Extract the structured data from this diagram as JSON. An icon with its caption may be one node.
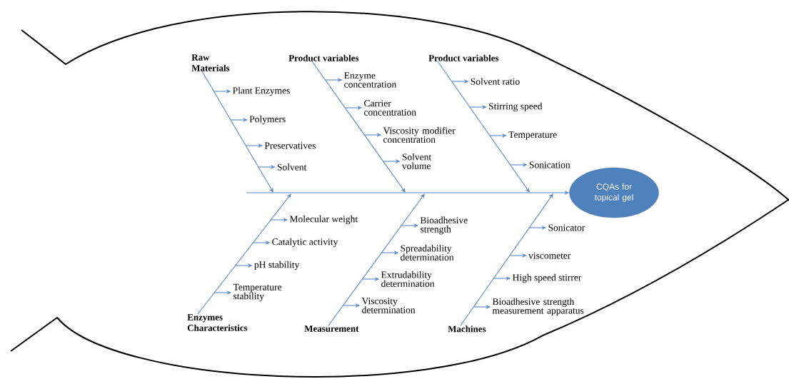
{
  "diagram": {
    "nodes": [
      {
        "text": [
          "Raw Materials"
        ]
      },
      {
        "text": [
          "Plant Enzymes"
        ]
      },
      {
        "text": [
          "Polymers"
        ]
      },
      {
        "text": [
          "Preservatives"
        ]
      },
      {
        "text": [
          "Solvent"
        ]
      },
      {
        "text": [
          "Product variables"
        ]
      },
      {
        "text": [
          "Enzyme concentration"
        ]
      },
      {
        "text": [
          "Carrier concentration"
        ]
      },
      {
        "text": [
          "Viscosity modifier concentration"
        ]
      },
      {
        "text": [
          "Solvent volume"
        ]
      },
      {
        "text": [
          "Product variables"
        ]
      },
      {
        "text": [
          "Solvent ratio"
        ]
      },
      {
        "text": [
          "Stirring speed"
        ]
      },
      {
        "text": [
          "Temperature"
        ]
      },
      {
        "text": [
          "Sonication"
        ]
      },
      {
        "text": [
          "CQAs for topical gel"
        ]
      },
      {
        "text": [
          "Molecular weight"
        ]
      },
      {
        "text": [
          "Catalytic activity"
        ]
      },
      {
        "text": [
          "pH stability"
        ]
      },
      {
        "text": [
          "Temperature stability"
        ]
      },
      {
        "text": [
          "Enzymes Characteristics"
        ]
      },
      {
        "text": [
          "Bioadhesive strength"
        ]
      },
      {
        "text": [
          "Spreadability determination"
        ]
      },
      {
        "text": [
          "Extrudability determination"
        ]
      },
      {
        "text": [
          "Viscosity determination"
        ]
      },
      {
        "text": [
          "Measurement"
        ]
      },
      {
        "text": [
          "Sonicator"
        ]
      },
      {
        "text": [
          "viscometer"
        ]
      },
      {
        "text": [
          "High speed stirrer"
        ]
      },
      {
        "text": [
          "Bioadhesive strength measurement apparatus"
        ]
      },
      {
        "text": [
          "Machines"
        ]
      }
    ],
    "edges": [
      {
        "from": 0,
        "to": null,
        "arrow": "to"
      },
      {
        "from": 5,
        "to": null,
        "arrow": "to"
      },
      {
        "from": 10,
        "to": null,
        "arrow": "to"
      },
      {
        "from": 20,
        "to": null,
        "arrow": "to"
      },
      {
        "from": 25,
        "to": null,
        "arrow": "to"
      },
      {
        "from": 30,
        "to": null,
        "arrow": "to"
      },
      {
        "from": null,
        "to": 15,
        "arrow": "to"
      },
      {
        "from": null,
        "to": 1,
        "arrow": "to"
      },
      {
        "from": null,
        "to": 2,
        "arrow": "to"
      },
      {
        "from": null,
        "to": 3,
        "arrow": "to"
      },
      {
        "from": null,
        "to": 4,
        "arrow": "to"
      },
      {
        "from": null,
        "to": 6,
        "arrow": "to"
      },
      {
        "from": null,
        "to": 7,
        "arrow": "to"
      },
      {
        "from": null,
        "to": 8,
        "arrow": "to"
      },
      {
        "from": null,
        "to": 9,
        "arrow": "to"
      },
      {
        "from": null,
        "to": 11,
        "arrow": "to"
      },
      {
        "from": null,
        "to": 12,
        "arrow": "to"
      },
      {
        "from": null,
        "to": 13,
        "arrow": "to"
      },
      {
        "from": null,
        "to": 14,
        "arrow": "to"
      },
      {
        "from": null,
        "to": 16,
        "arrow": "to"
      },
      {
        "from": null,
        "to": 17,
        "arrow": "to"
      },
      {
        "from": null,
        "to": 18,
        "arrow": "to"
      },
      {
        "from": null,
        "to": 19,
        "arrow": "to"
      },
      {
        "from": null,
        "to": 21,
        "arrow": "to"
      },
      {
        "from": null,
        "to": 22,
        "arrow": "to"
      },
      {
        "from": null,
        "to": 23,
        "arrow": "to"
      },
      {
        "from": null,
        "to": 24,
        "arrow": "to"
      },
      {
        "from": null,
        "to": 26,
        "arrow": "to"
      },
      {
        "from": null,
        "to": 27,
        "arrow": "to"
      },
      {
        "from": null,
        "to": 28,
        "arrow": "to"
      },
      {
        "from": null,
        "to": 29,
        "arrow": "to"
      }
    ]
  }
}
